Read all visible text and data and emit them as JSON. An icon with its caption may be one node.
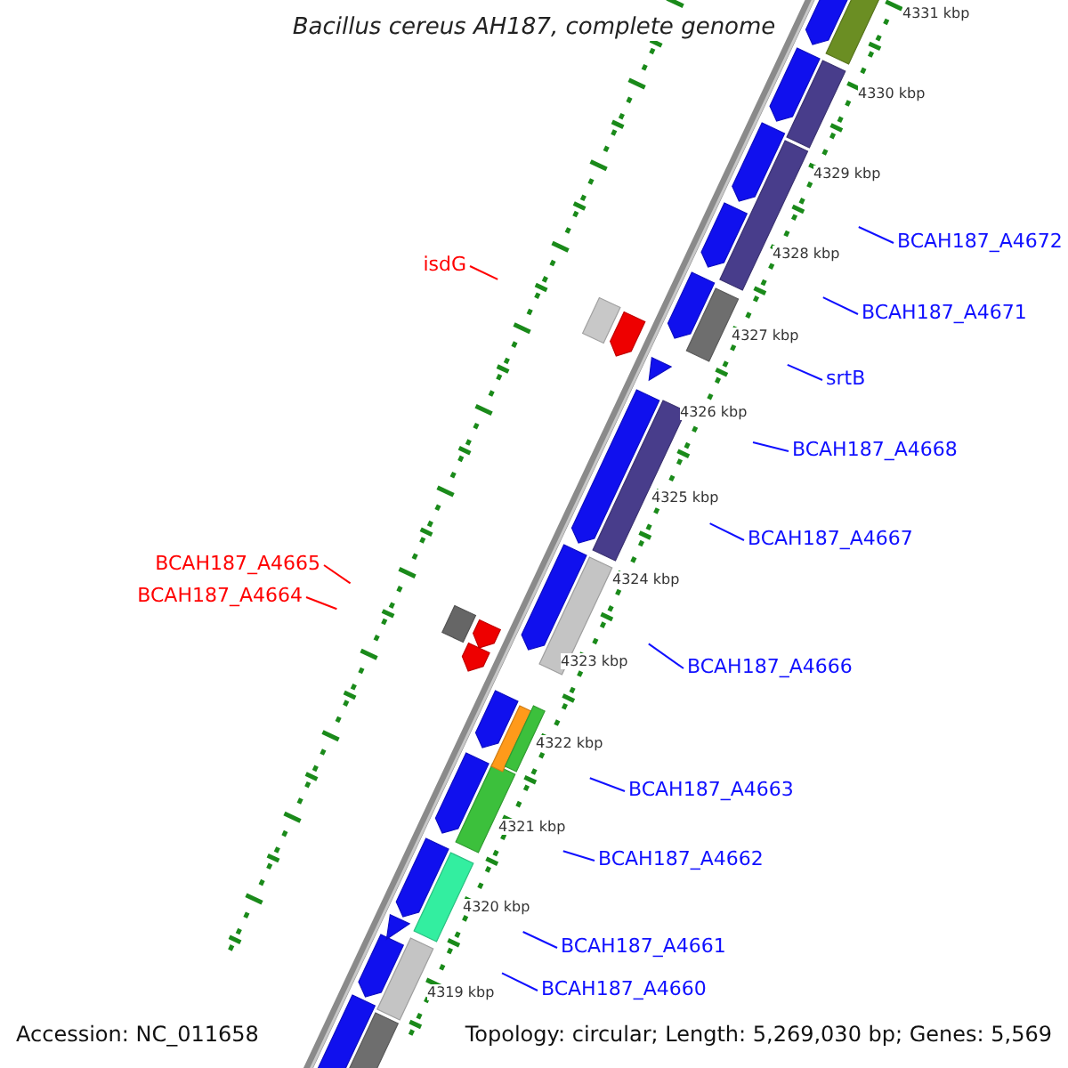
{
  "diagram": {
    "title": "Bacillus cereus AH187, complete genome",
    "nodes": [
      {
        "text": [
          "BCAH187_A4672"
        ]
      },
      {
        "text": [
          "isdG"
        ]
      },
      {
        "text": [
          "BCAH187_A4671"
        ]
      },
      {
        "text": [
          "srtB"
        ]
      },
      {
        "text": [
          "BCAH187_A4668"
        ]
      },
      {
        "text": [
          "BCAH187_A4667"
        ]
      },
      {
        "text": [
          "BCAH187_A4665"
        ]
      },
      {
        "text": [
          "BCAH187_A4664"
        ]
      },
      {
        "text": [
          "BCAH187_A4666"
        ]
      },
      {
        "text": [
          "BCAH187_A4663"
        ]
      },
      {
        "text": [
          "BCAH187_A4662"
        ]
      },
      {
        "text": [
          "BCAH187_A4661"
        ]
      },
      {
        "text": [
          "BCAH187_A4660"
        ]
      }
    ],
    "edges": [
      {
        "from": 0,
        "to": null,
        "arrow": "none"
      },
      {
        "from": 1,
        "to": null,
        "arrow": "none",
        "color": "#ff0000"
      },
      {
        "from": 2,
        "to": null,
        "arrow": "none"
      },
      {
        "from": 3,
        "to": null,
        "arrow": "none"
      },
      {
        "from": 4,
        "to": null,
        "arrow": "none"
      },
      {
        "from": 5,
        "to": null,
        "arrow": "none"
      },
      {
        "from": 6,
        "to": null,
        "arrow": "none",
        "color": "#ff0000"
      },
      {
        "from": 7,
        "to": null,
        "arrow": "none",
        "color": "#ff0000"
      },
      {
        "from": 8,
        "to": null,
        "arrow": "none"
      },
      {
        "from": 9,
        "to": null,
        "arrow": "none"
      },
      {
        "from": 10,
        "to": null,
        "arrow": "none"
      },
      {
        "from": 11,
        "to": null,
        "arrow": "none"
      },
      {
        "from": 12,
        "to": null,
        "arrow": "none"
      }
    ],
    "labels": [
      "4331 kbp",
      "4330 kbp",
      "4329 kbp",
      "4328 kbp",
      "4327 kbp",
      "4326 kbp",
      "4325 kbp",
      "4324 kbp",
      "4323 kbp",
      "4322 kbp",
      "4321 kbp",
      "4320 kbp",
      "4319 kbp",
      "Accession: NC_011658",
      "Topology: circular; Length: 5,269,030 bp; Genes: 5,569"
    ]
  }
}
